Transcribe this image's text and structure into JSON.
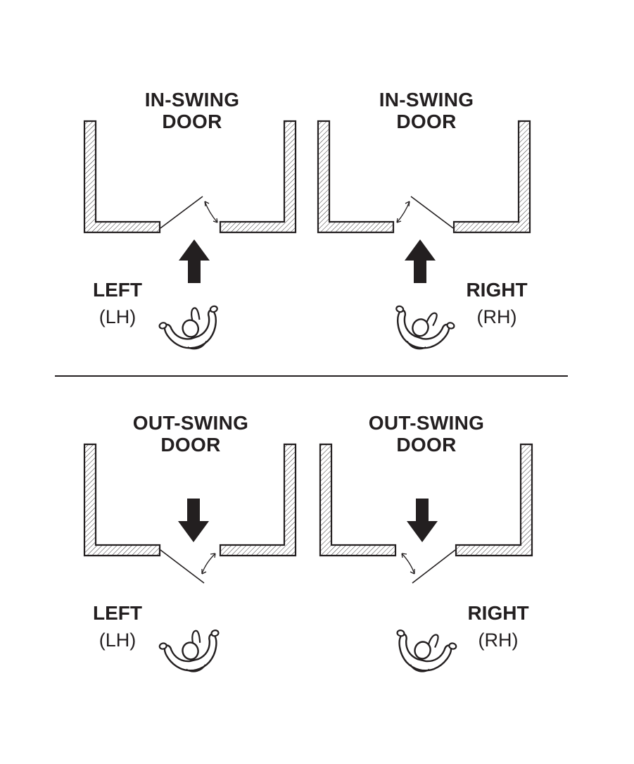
{
  "panels": [
    {
      "title_line1": "IN-SWING",
      "title_line2": "DOOR",
      "side": "LEFT",
      "code": "(LH)"
    },
    {
      "title_line1": "IN-SWING",
      "title_line2": "DOOR",
      "side": "RIGHT",
      "code": "(RH)"
    },
    {
      "title_line1": "OUT-SWING",
      "title_line2": "DOOR",
      "side": "LEFT",
      "code": "(LH)"
    },
    {
      "title_line1": "OUT-SWING",
      "title_line2": "DOOR",
      "side": "RIGHT",
      "code": "(RH)"
    }
  ],
  "colors": {
    "ink": "#231f20",
    "background": "#ffffff"
  },
  "icons": [
    "wall-hatch",
    "door-leaf",
    "swing-arrow-icon",
    "direction-arrow-icon",
    "person-icon"
  ]
}
